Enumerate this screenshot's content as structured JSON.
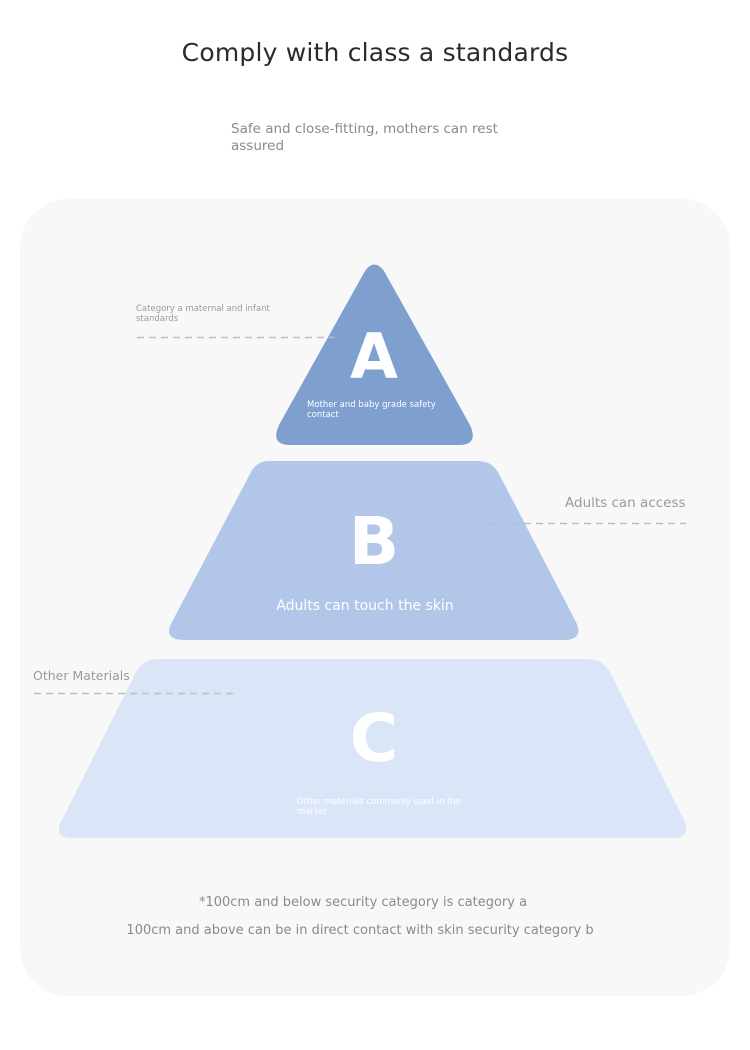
{
  "header": {
    "title": "Comply with class a standards",
    "subtitle": "Safe and close-fitting, mothers can rest assured"
  },
  "pyramid": {
    "tiers": [
      {
        "letter": "A",
        "description": "Mother and baby grade safety contact",
        "callout": "Category a maternal and infant standards",
        "color": "#7f9fcf"
      },
      {
        "letter": "B",
        "description": "Adults can touch the skin",
        "callout": "Adults can access",
        "color": "#b1c6e8"
      },
      {
        "letter": "C",
        "description": "Other materials commonly used in the market",
        "callout": "Other Materials",
        "color": "#dae6f8"
      }
    ]
  },
  "footnotes": [
    "*100cm and below security category is category a",
    "100cm and above can be in direct contact with skin security category b"
  ],
  "colors": {
    "panel_background": "#f8f8f8",
    "dashed_line": "#bdbdbd",
    "text_gray": "#8a8a8a"
  }
}
